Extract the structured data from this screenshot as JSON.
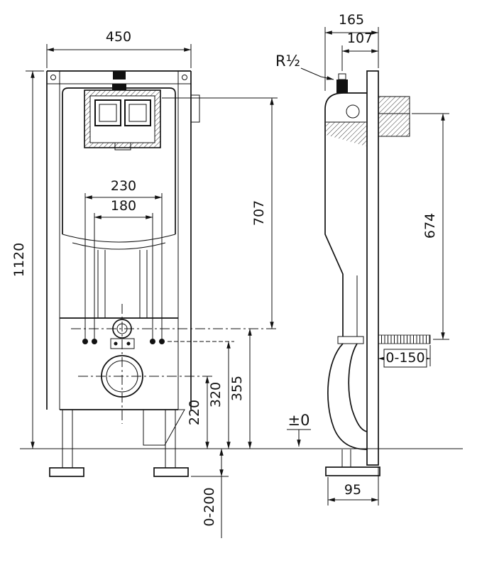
{
  "drawing": {
    "front": {
      "frame_width": "450",
      "frame_height": "1120",
      "fixing_spacing_outer": "230",
      "fixing_spacing_inner": "180",
      "top_to_flush_center": "707",
      "flush_center_height": "355",
      "rod_center_height": "320",
      "outlet_center_height": "220",
      "leg_adjust_range": "0-200"
    },
    "side": {
      "frame_depth": "165",
      "valve_axis_depth": "107",
      "water_connection": "R½",
      "bracket_height": "674",
      "rod_adjust_range": "0-150",
      "floor_level": "±0",
      "foot_depth": "95"
    }
  }
}
